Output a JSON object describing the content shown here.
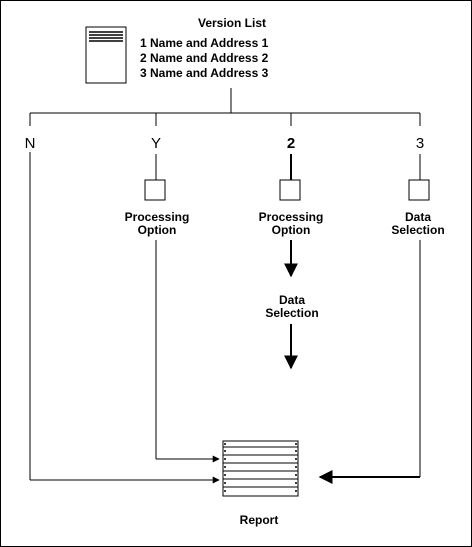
{
  "version_list": {
    "title": "Version List",
    "items": [
      "1  Name and Address 1",
      "2  Name and Address 2",
      "3  Name and Address 3"
    ]
  },
  "branches": {
    "n": "N",
    "y": "Y",
    "two": "2",
    "three": "3"
  },
  "steps": {
    "y_processing_option": "Processing\nOption",
    "two_processing_option": "Processing\nOption",
    "two_data_selection": "Data\nSelection",
    "three_data_selection": "Data\nSelection"
  },
  "report": {
    "label": "Report"
  },
  "icons": {
    "document": "document-icon",
    "report": "report-icon",
    "step_box": "step-box-icon"
  }
}
